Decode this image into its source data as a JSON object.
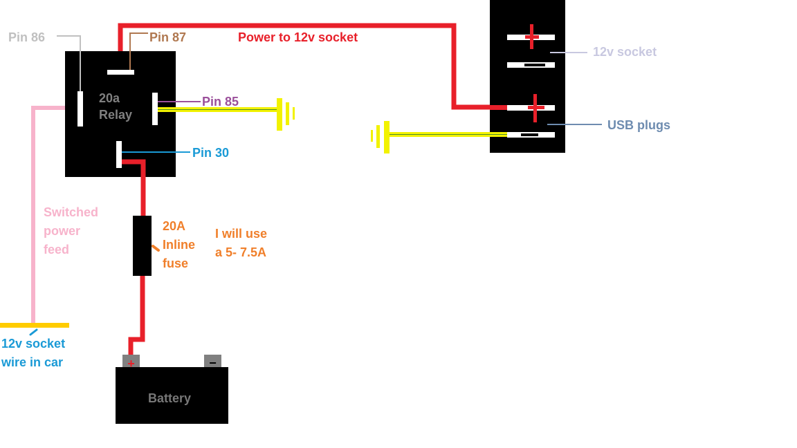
{
  "labels": {
    "pin86": "Pin 86",
    "pin87": "Pin 87",
    "pin85": "Pin 85",
    "pin30": "Pin 30",
    "relay_line1": "20a",
    "relay_line2": "Relay",
    "power_to_socket": "Power to 12v socket",
    "socket_12v": "12v socket",
    "usb_plugs": "USB plugs",
    "switched_line1": "Switched",
    "switched_line2": "power",
    "switched_line3": "feed",
    "fuse_line1": "20A",
    "fuse_line2": "Inline",
    "fuse_line3": "fuse",
    "note_line1": "I will use",
    "note_line2": "a 5- 7.5A",
    "car_wire_line1": "12v socket",
    "car_wire_line2": "wire in car",
    "battery": "Battery",
    "battery_plus": "+",
    "battery_minus": "−"
  },
  "colors": {
    "power_wire": "#e8202a",
    "switched_feed": "#f7b3cb",
    "ground_wire": "#f2f200",
    "car_wire": "#ffcc00",
    "pin86": "#c0c0c0",
    "pin87": "#b07850",
    "pin85": "#9b4f9b",
    "pin30": "#1a9ad6",
    "fuse_text": "#f07f2a",
    "socket_label": "#c8c8e0",
    "usb_label": "#6e8cb0"
  }
}
